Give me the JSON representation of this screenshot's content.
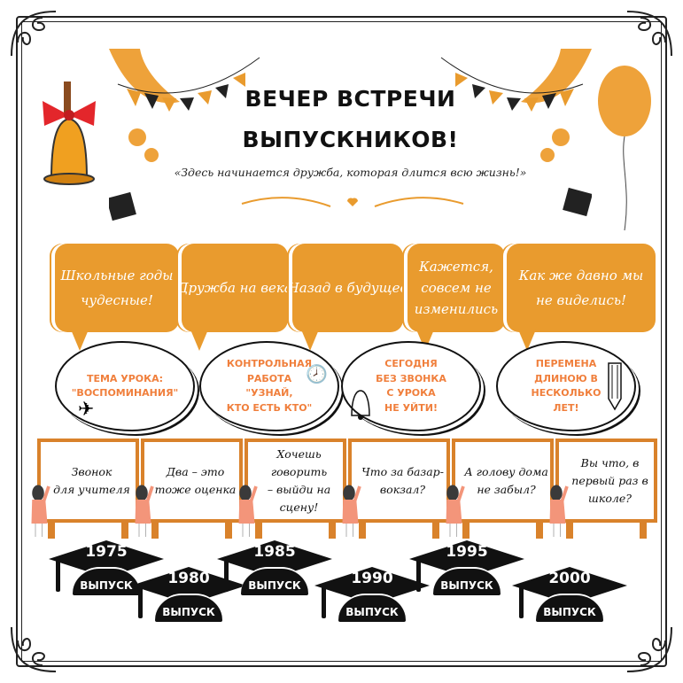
{
  "banner": {
    "title_line1": "ВЕЧЕР ВСТРЕЧИ",
    "title_line2": "ВЫПУСКНИКОВ!",
    "subtitle": "«Здесь начинается дружба, которая длится всю жизнь!»"
  },
  "colors": {
    "orange": "#e99b2e",
    "board": "#d9822b",
    "cloud_text": "#f07f3c"
  },
  "speech_bubbles": [
    {
      "line1": "Школьные годы",
      "line2": "чудесные!"
    },
    {
      "line1": "Дружба на века"
    },
    {
      "line1": "Назад в будущее"
    },
    {
      "line1": "Кажется,",
      "line2": "совсем не",
      "line3": "изменились"
    },
    {
      "line1": "Как же давно мы",
      "line2": "не виделись!"
    }
  ],
  "clouds": [
    {
      "lines": [
        "Тема урока:",
        "\"Воспоминания\""
      ],
      "icon": "paper-plane-icon"
    },
    {
      "lines": [
        "Контрольная",
        "работа",
        "\"Узнай,",
        "кто есть кто\""
      ],
      "icon": "clock-icon"
    },
    {
      "lines": [
        "Сегодня",
        "без звонка",
        "с урока",
        "не уйти!"
      ],
      "icon": "bell-icon"
    },
    {
      "lines": [
        "Перемена",
        "длиною в",
        "несколько",
        "лет!"
      ],
      "icon": "pencil-icon"
    }
  ],
  "boards": [
    {
      "lines": [
        "Звонок",
        "для учителя"
      ]
    },
    {
      "lines": [
        "Два – это",
        "тоже оценка"
      ]
    },
    {
      "lines": [
        "Хочешь говорить",
        "– выйди на",
        "сцену!"
      ]
    },
    {
      "lines": [
        "Что за базар-",
        "вокзал?"
      ]
    },
    {
      "lines": [
        "А голову дома",
        "не забыл?"
      ]
    },
    {
      "lines": [
        "Вы что, в",
        "первый раз в",
        "школе?"
      ]
    }
  ],
  "caps": [
    {
      "year": "1975",
      "label": "ВЫПУСК"
    },
    {
      "year": "1980",
      "label": "ВЫПУСК"
    },
    {
      "year": "1985",
      "label": "ВЫПУСК"
    },
    {
      "year": "1990",
      "label": "ВЫПУСК"
    },
    {
      "year": "1995",
      "label": "ВЫПУСК"
    },
    {
      "year": "2000",
      "label": "ВЫПУСК"
    }
  ]
}
